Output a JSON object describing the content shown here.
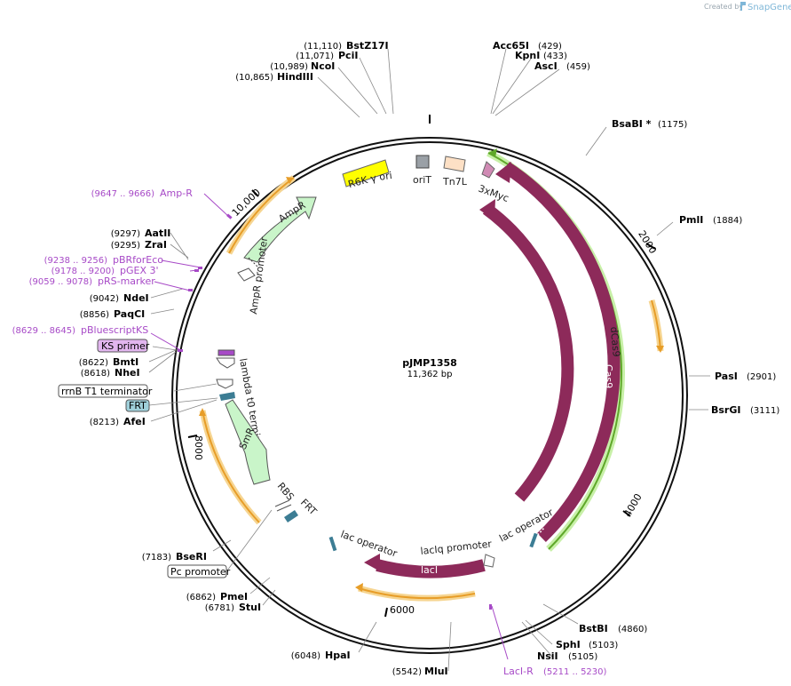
{
  "credit": {
    "prefix": "Created by",
    "brand": "SnapGene"
  },
  "plasmid": {
    "name": "pJMP1358",
    "size": "11,362 bp"
  },
  "ticks": [
    "2000",
    "4000",
    "6000",
    "8000",
    "10,000"
  ],
  "sites": [
    {
      "name": "BstZ17I",
      "pos": "(11,110)"
    },
    {
      "name": "PciI",
      "pos": "(11,071)"
    },
    {
      "name": "NcoI",
      "pos": "(10,989)"
    },
    {
      "name": "HindIII",
      "pos": "(10,865)"
    },
    {
      "name": "Acc65I",
      "pos": "(429)"
    },
    {
      "name": "KpnI",
      "pos": "(433)"
    },
    {
      "name": "AscI",
      "pos": "(459)"
    },
    {
      "name": "BsaBI *",
      "pos": "(1175)"
    },
    {
      "name": "PmlI",
      "pos": "(1884)"
    },
    {
      "name": "PasI",
      "pos": "(2901)"
    },
    {
      "name": "BsrGI",
      "pos": "(3111)"
    },
    {
      "name": "BstBI",
      "pos": "(4860)"
    },
    {
      "name": "SphI",
      "pos": "(5103)"
    },
    {
      "name": "NsiI",
      "pos": "(5105)"
    },
    {
      "name": "MluI",
      "pos": "(5542)"
    },
    {
      "name": "HpaI",
      "pos": "(6048)"
    },
    {
      "name": "StuI",
      "pos": "(6781)"
    },
    {
      "name": "PmeI",
      "pos": "(6862)"
    },
    {
      "name": "BseRI",
      "pos": "(7183)"
    },
    {
      "name": "AfeI",
      "pos": "(8213)"
    },
    {
      "name": "NheI",
      "pos": "(8618)"
    },
    {
      "name": "BmtI",
      "pos": "(8622)"
    },
    {
      "name": "PaqCI",
      "pos": "(8856)"
    },
    {
      "name": "NdeI",
      "pos": "(9042)"
    },
    {
      "name": "ZraI",
      "pos": "(9295)"
    },
    {
      "name": "AatII",
      "pos": "(9297)"
    }
  ],
  "primers": [
    {
      "name": "Amp-R",
      "pos": "(9647 .. 9666)"
    },
    {
      "name": "pBRforEco",
      "pos": "(9238 .. 9256)"
    },
    {
      "name": "pGEX 3'",
      "pos": "(9178 .. 9200)"
    },
    {
      "name": "pRS-marker",
      "pos": "(9059 .. 9078)"
    },
    {
      "name": "pBluescriptKS",
      "pos": "(8629 .. 8645)"
    },
    {
      "name": "LacI-R",
      "pos": "(5211 .. 5230)"
    }
  ],
  "boxed_labels": {
    "ks_primer": "KS primer",
    "rrnb": "rrnB T1 terminator",
    "frt": "FRT",
    "pc_promoter": "Pc promoter"
  },
  "features": {
    "r6k": "R6K γ ori",
    "orit": "oriT",
    "tn7l": "Tn7L",
    "myc": "3xMyc",
    "amp_r": "AmpR",
    "ampr_promoter": "AmpR promoter",
    "lambda": "lambda t0 terminator",
    "smr": "SmR",
    "rbs": "RBS",
    "frt2": "FRT",
    "lac_op1": "lac operator",
    "laciq": "lacIq promoter",
    "lac_op2": "lac operator",
    "laci": "lacI",
    "cas9": "Cas9",
    "dcas9": "dCas9"
  },
  "colors": {
    "backbone": "#111111",
    "cas9": "#8d2a5a",
    "orf_orange": "#f2c168",
    "orf_orange_stroke": "#e79d28",
    "green_hl": "#7fbf3f",
    "amp_green": "#c9f5c9",
    "r6k_yellow": "#ffff00",
    "primer_purple": "#a74ac7",
    "frt_teal": "#3c7d94"
  }
}
